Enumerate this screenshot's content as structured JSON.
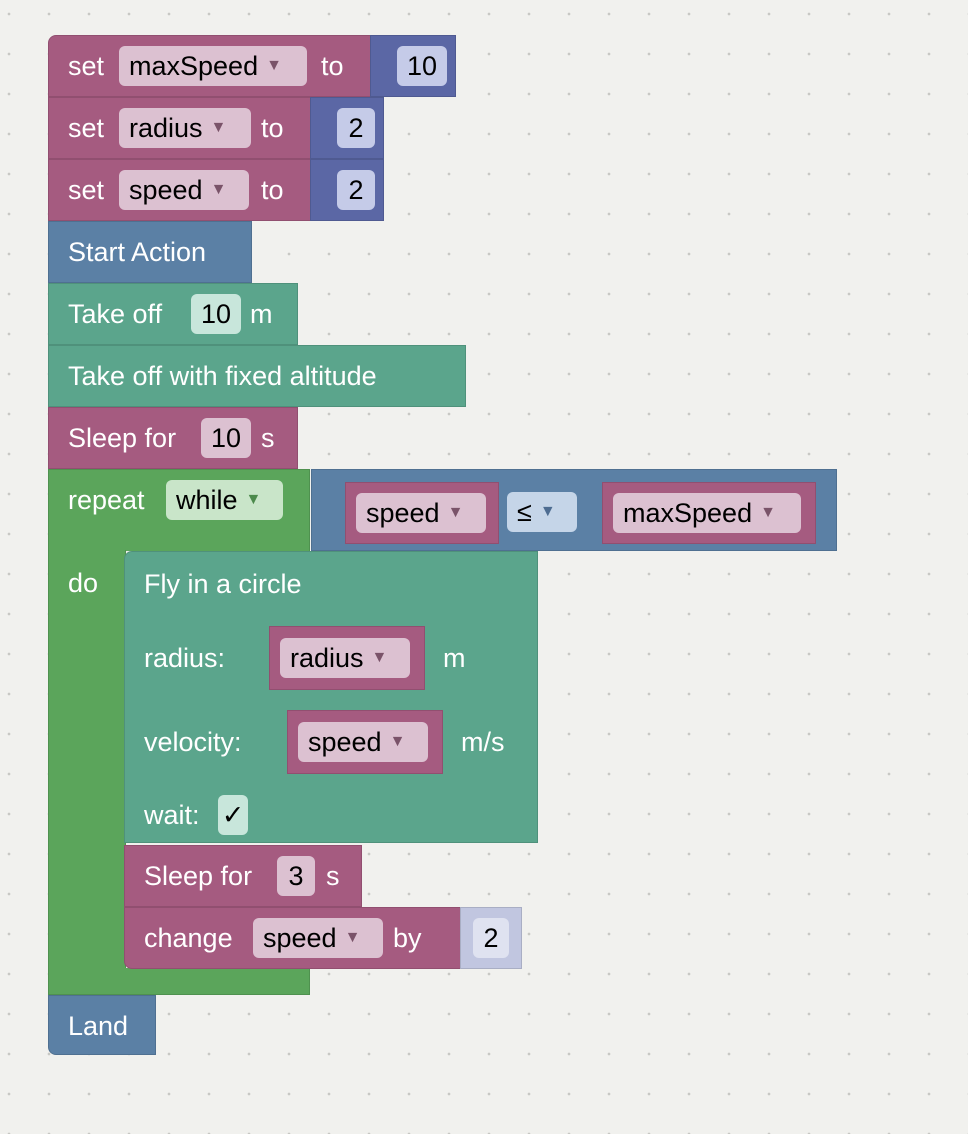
{
  "blocks": {
    "set_max": {
      "kw": "set",
      "var": "maxSpeed",
      "to": "to",
      "value": "10"
    },
    "set_radius": {
      "kw": "set",
      "var": "radius",
      "to": "to",
      "value": "2"
    },
    "set_speed": {
      "kw": "set",
      "var": "speed",
      "to": "to",
      "value": "2"
    },
    "start_action": {
      "label": "Start Action"
    },
    "take_off": {
      "label": "Take off",
      "value": "10",
      "unit": "m"
    },
    "take_off_fixed": {
      "label": "Take off with fixed altitude"
    },
    "sleep1": {
      "label": "Sleep for",
      "value": "10",
      "unit": "s"
    },
    "repeat": {
      "label": "repeat",
      "mode": "while",
      "do": "do"
    },
    "compare": {
      "left": "speed",
      "op": "≤",
      "right": "maxSpeed"
    },
    "fly_circle": {
      "title": "Fly in a circle",
      "radius_label": "radius:",
      "radius_var": "radius",
      "radius_unit": "m",
      "velocity_label": "velocity:",
      "velocity_var": "speed",
      "velocity_unit": "m/s",
      "wait_label": "wait:",
      "wait_value": "✓"
    },
    "sleep2": {
      "label": "Sleep for",
      "value": "3",
      "unit": "s"
    },
    "change": {
      "label": "change",
      "var": "speed",
      "by": "by",
      "value": "2"
    },
    "land": {
      "label": "Land"
    }
  },
  "colors": {
    "variable": "#a55b80",
    "number": "#5b67a5",
    "action": "#5b80a5",
    "drone": "#5ba58c",
    "control": "#5ba55b",
    "logic": "#5b80a5"
  }
}
